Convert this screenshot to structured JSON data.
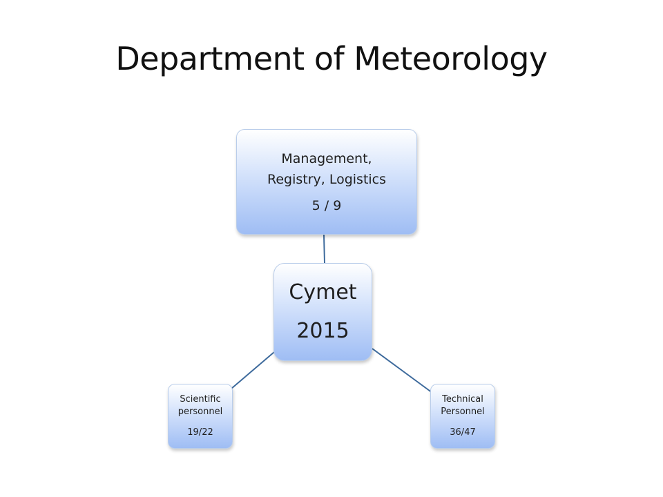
{
  "title": "Department of Meteorology",
  "diagram": {
    "center": {
      "label": "Cymet",
      "value": "2015"
    },
    "top": {
      "label_line1": "Management,",
      "label_line2": "Registry, Logistics",
      "value": "5 / 9"
    },
    "left": {
      "label_line1": "Scientific",
      "label_line2": "personnel",
      "value": "19/22"
    },
    "right": {
      "label_line1": "Technical",
      "label_line2": "Personnel",
      "value": "36/47"
    },
    "connector_color": "#3d6a9c",
    "node_gradient": [
      "#ffffff",
      "#9fbdf4"
    ]
  }
}
